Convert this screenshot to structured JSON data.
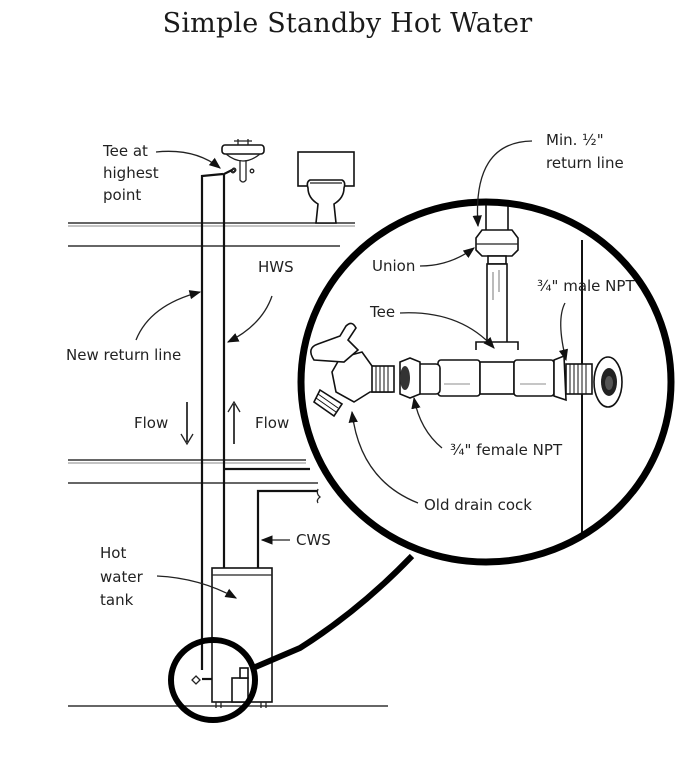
{
  "title": "Simple Standby Hot Water",
  "labels": {
    "tee_at_highest_point": [
      "Tee at",
      "highest",
      "point"
    ],
    "hws": "HWS",
    "new_return_line": "New return line",
    "flow_down": "Flow",
    "flow_up": "Flow",
    "cws": "CWS",
    "hot_water_tank": [
      "Hot",
      "water",
      "tank"
    ],
    "min_half_return_line": [
      "Min. ½\"",
      "return line"
    ],
    "union": "Union",
    "tee": "Tee",
    "male_npt": "¾\" male NPT",
    "female_npt": "¾\" female NPT",
    "old_drain_cock": "Old drain cock"
  },
  "icons": {
    "sink": "sink-icon",
    "toilet": "toilet-icon",
    "water_heater": "water-heater-icon",
    "drain_cock": "drain-cock-valve-icon",
    "arrow_down": "arrow-down-icon",
    "arrow_up": "arrow-up-icon"
  },
  "colors": {
    "ink": "#111111",
    "background": "#ffffff"
  }
}
